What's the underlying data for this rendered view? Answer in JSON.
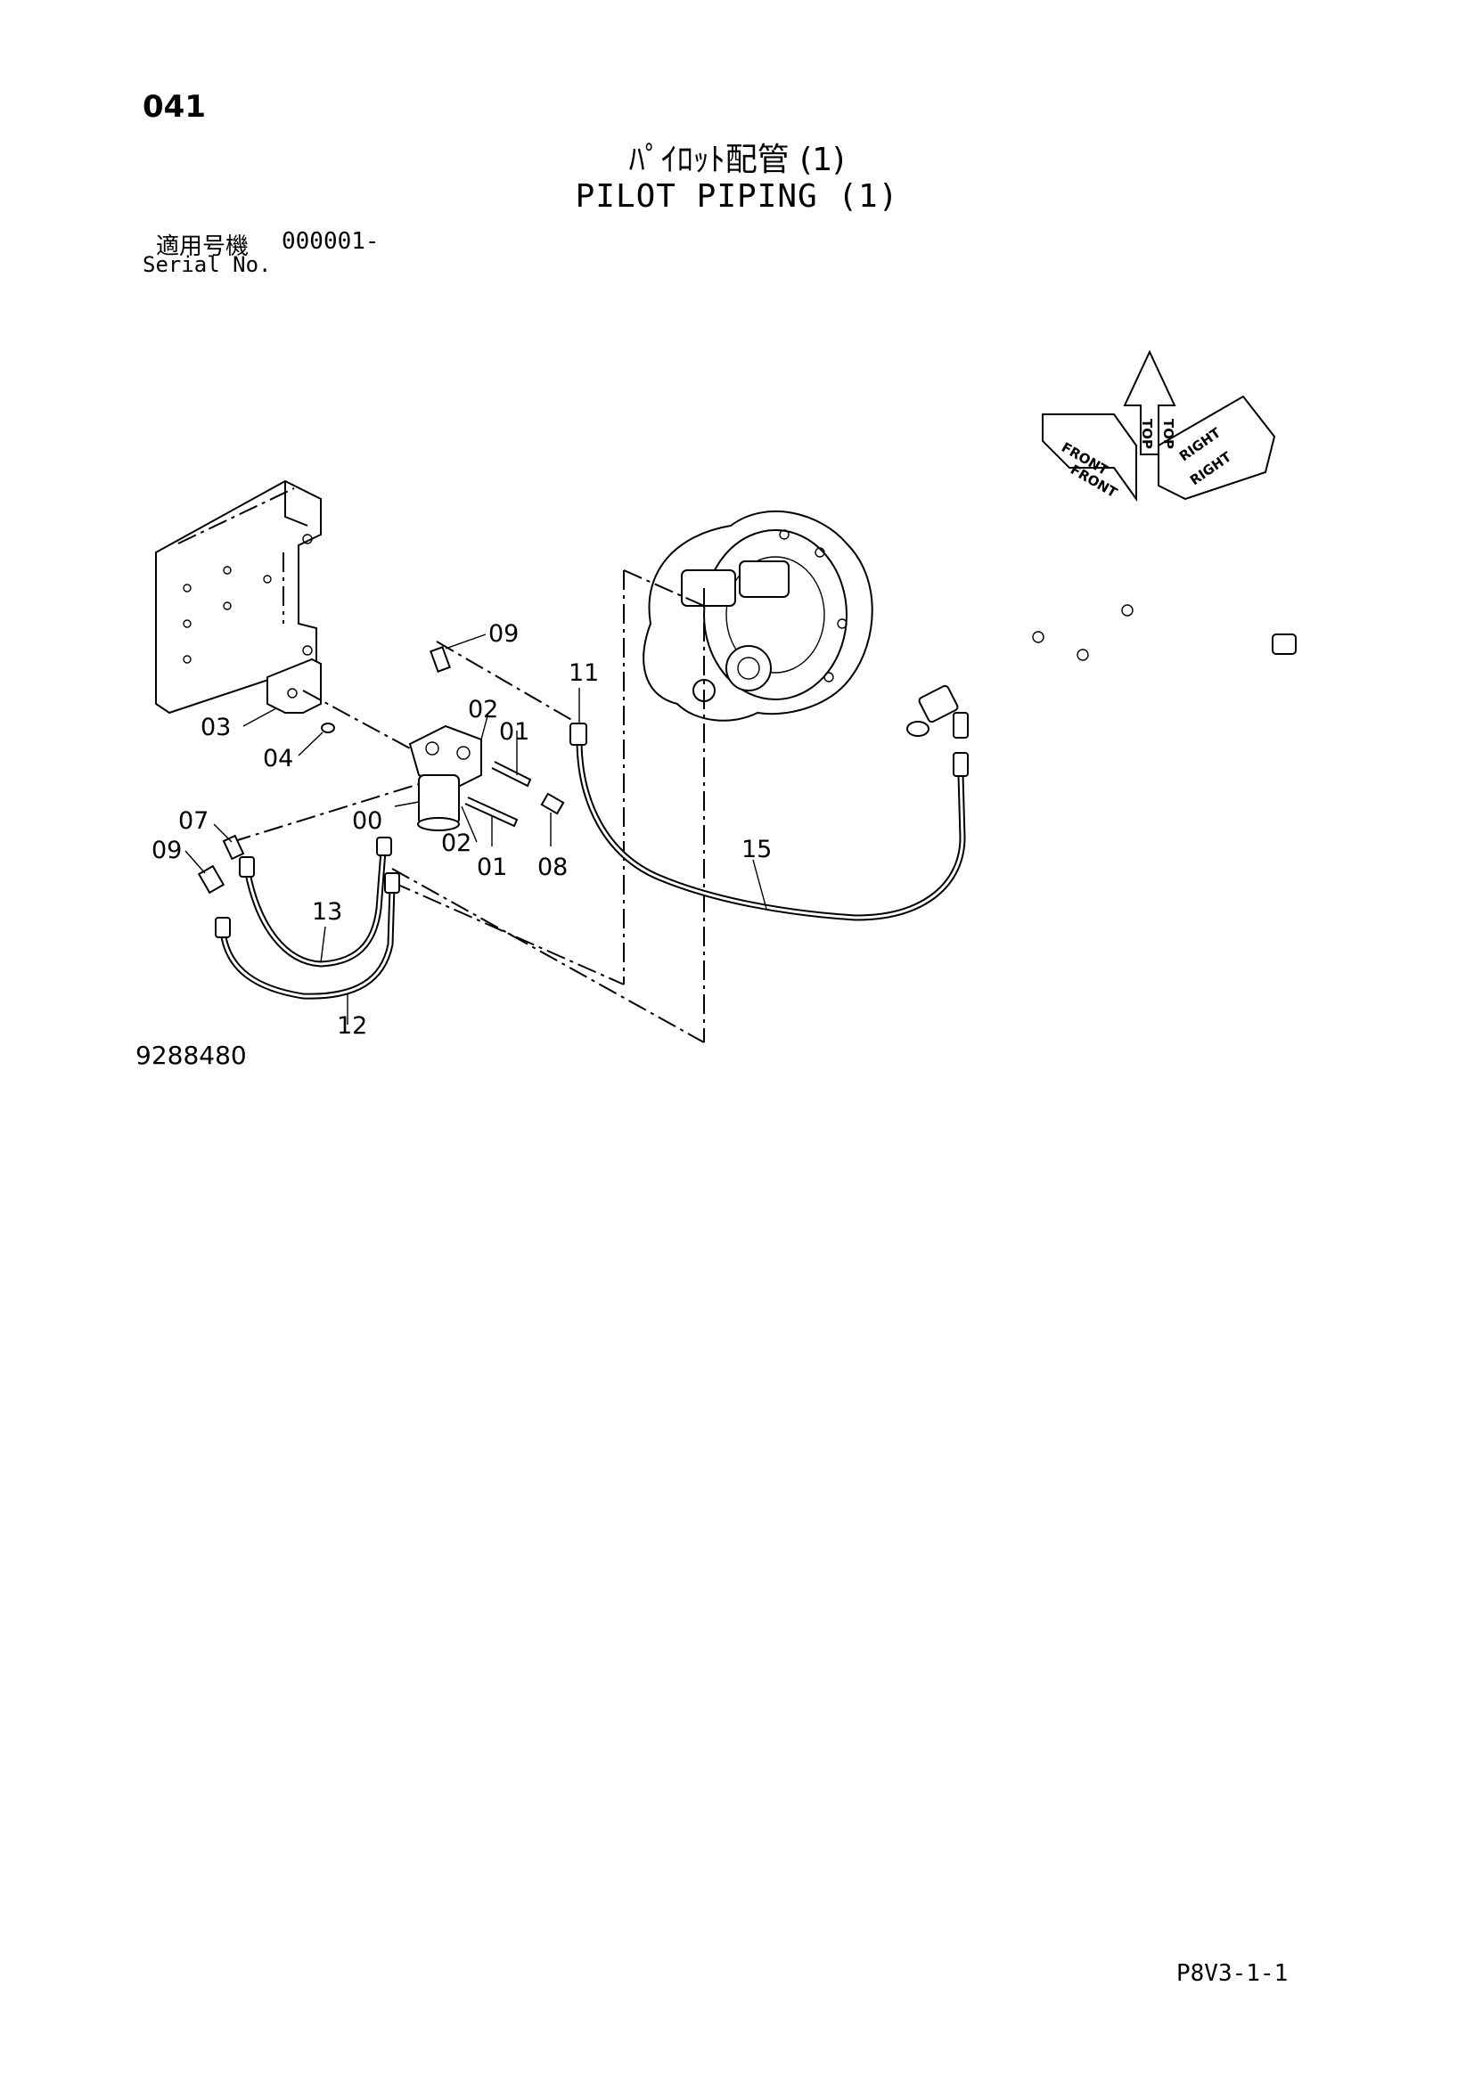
{
  "header": {
    "page_number": "041",
    "title_jp": "ﾊﾟｲﾛｯﾄ配管 (1)",
    "title_en": "PILOT PIPING (1)",
    "serial_label_jp": "適用号機",
    "serial_label_en": "Serial No.",
    "serial_range": "000001-"
  },
  "orientation": {
    "front": "FRONT",
    "top": "TOP",
    "right": "RIGHT"
  },
  "callouts": {
    "c00": "00",
    "c01a": "01",
    "c01b": "01",
    "c02a": "02",
    "c02b": "02",
    "c03": "03",
    "c04": "04",
    "c07": "07",
    "c08": "08",
    "c09a": "09",
    "c09b": "09",
    "c11": "11",
    "c12": "12",
    "c13": "13",
    "c15": "15"
  },
  "footer": {
    "drawing_number": "9288480",
    "page_code": "P8V3-1-1"
  }
}
